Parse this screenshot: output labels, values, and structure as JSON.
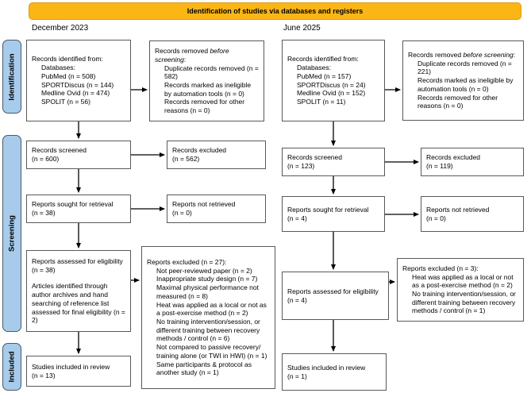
{
  "banner": {
    "title": "Identification of studies via databases and registers"
  },
  "colors": {
    "banner_fill": "#FBB616",
    "banner_border": "#DB9E14",
    "sidebar_fill": "#A7CBEB",
    "sidebar_border": "#4A5A66",
    "box_border": "#595959"
  },
  "sidebar": {
    "identification": "Identification",
    "screening": "Screening",
    "included": "Included"
  },
  "dec": {
    "label": "December 2023",
    "identified": {
      "title": "Records identified from:",
      "items": [
        "Databases:",
        "PubMed (n = 508)",
        "SPORTDiscus (n = 144)",
        "Medline Ovid (n = 474)",
        "SPOLIT (n = 56)"
      ]
    },
    "removed": {
      "title_pre": "Records removed ",
      "title_italic": "before screening",
      "title_post": ":",
      "items": [
        "Duplicate records removed (n = 582)",
        "Records marked as ineligible by automation tools (n = 0)",
        "Records removed for other reasons (n = 0)"
      ]
    },
    "screened": {
      "line1": "Records screened",
      "line2": "(n = 600)"
    },
    "excluded": {
      "line1": "Records excluded",
      "line2": "(n = 562)"
    },
    "sought": {
      "line1": "Reports sought for retrieval",
      "line2": "(n = 38)"
    },
    "not_retrieved": {
      "line1": "Reports not retrieved",
      "line2": "(n = 0)"
    },
    "assessed": {
      "para1": "Reports assessed for eligibility (n = 38)",
      "para2": "Articles identified through author archives and hand searching of reference list assessed for final eligibility (n = 2)"
    },
    "reports_excluded": {
      "title": "Reports excluded (n = 27):",
      "items": [
        "Not peer-reviewed paper (n = 2)",
        "Inappropriate study design (n = 7)",
        "Maximal physical performance not measured (n = 8)",
        "Heat was applied as a local or not as a post-exercise method (n = 2)",
        "No training intervention/session, or different training between recovery methods / control (n = 6)",
        "Not compared to passive recovery/ training alone (or TWI in HWI) (n = 1)",
        "Same participants & protocol as another study (n = 1)"
      ]
    },
    "included": {
      "line1": "Studies included in review",
      "line2": "(n = 13)"
    }
  },
  "jun": {
    "label": "June 2025",
    "identified": {
      "title": "Records identified from:",
      "items": [
        "Databases:",
        "PubMed (n = 157)",
        "SPORTDiscus (n = 24)",
        "Medline Ovid (n = 152)",
        "SPOLIT (n = 11)"
      ]
    },
    "removed": {
      "title_pre": "Records removed ",
      "title_italic": "before screening",
      "title_post": ":",
      "items": [
        "Duplicate records removed (n = 221)",
        "Records marked as ineligible by automation tools (n = 0)",
        "Records removed for other reasons (n = 0)"
      ]
    },
    "screened": {
      "line1": "Records screened",
      "line2": "(n = 123)"
    },
    "excluded": {
      "line1": "Records excluded",
      "line2": "(n = 119)"
    },
    "sought": {
      "line1": "Reports sought for retrieval",
      "line2": "(n = 4)"
    },
    "not_retrieved": {
      "line1": "Reports not retrieved",
      "line2": "(n = 0)"
    },
    "assessed": {
      "para1": "Reports assessed for eligibility (n = 4)"
    },
    "reports_excluded": {
      "title": "Reports excluded (n = 3):",
      "items": [
        "Heat was applied as a local or not as a post-exercise method (n = 2)",
        "No training intervention/session, or different training between recovery methods / control (n = 1)"
      ]
    },
    "included": {
      "line1": "Studies included in review",
      "line2": "(n = 1)"
    }
  }
}
